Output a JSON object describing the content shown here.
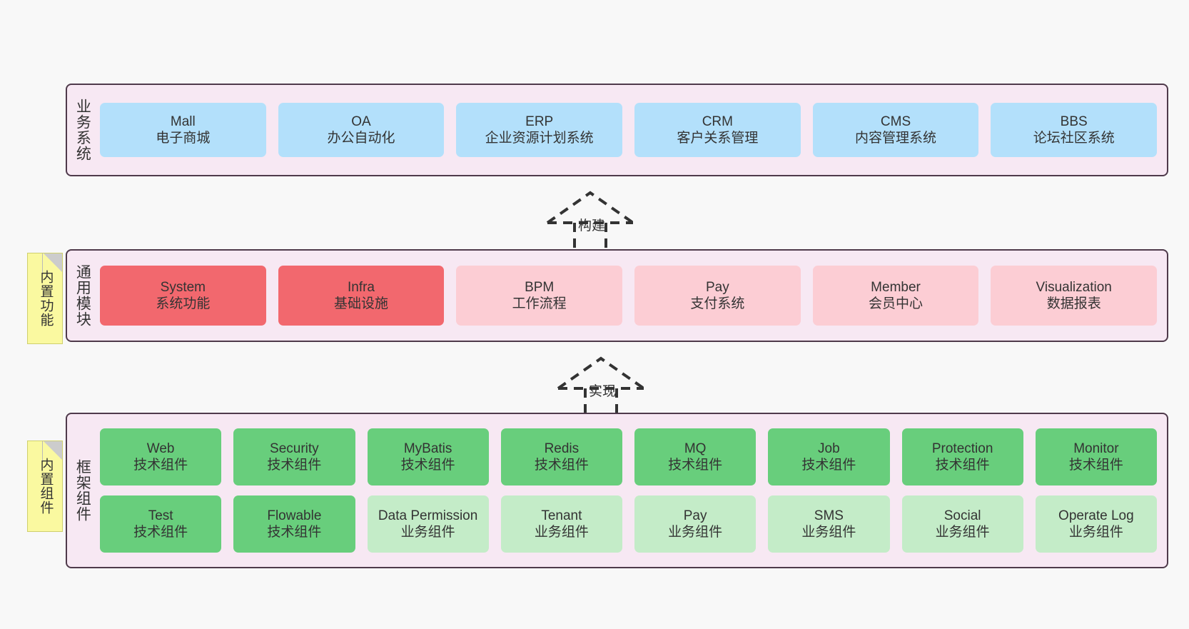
{
  "diagram": {
    "background_color": "#f8f8f8",
    "container_fill": "#f7e8f3",
    "container_stroke": "#4f3a4b",
    "note_fill": "#faf9a0"
  },
  "layers": [
    {
      "id": "business",
      "title": "业务系统",
      "rows": [
        {
          "boxes": [
            {
              "en": "Mall",
              "cn": "电子商城",
              "color": "#b3e0fb",
              "style": "blue"
            },
            {
              "en": "OA",
              "cn": "办公自动化",
              "color": "#b3e0fb",
              "style": "blue"
            },
            {
              "en": "ERP",
              "cn": "企业资源计划系统",
              "color": "#b3e0fb",
              "style": "blue"
            },
            {
              "en": "CRM",
              "cn": "客户关系管理",
              "color": "#b3e0fb",
              "style": "blue"
            },
            {
              "en": "CMS",
              "cn": "内容管理系统",
              "color": "#b3e0fb",
              "style": "blue"
            },
            {
              "en": "BBS",
              "cn": "论坛社区系统",
              "color": "#b3e0fb",
              "style": "blue"
            }
          ]
        }
      ]
    },
    {
      "id": "common",
      "title": "通用模块",
      "note": "内置功能",
      "rows": [
        {
          "boxes": [
            {
              "en": "System",
              "cn": "系统功能",
              "color": "#f2686e",
              "style": "red-strong"
            },
            {
              "en": "Infra",
              "cn": "基础设施",
              "color": "#f2686e",
              "style": "red-strong"
            },
            {
              "en": "BPM",
              "cn": "工作流程",
              "color": "#fccdd4",
              "style": "red-light"
            },
            {
              "en": "Pay",
              "cn": "支付系统",
              "color": "#fccdd4",
              "style": "red-light"
            },
            {
              "en": "Member",
              "cn": "会员中心",
              "color": "#fccdd4",
              "style": "red-light"
            },
            {
              "en": "Visualization",
              "cn": "数据报表",
              "color": "#fccdd4",
              "style": "red-light"
            }
          ]
        }
      ]
    },
    {
      "id": "framework",
      "title": "框架组件",
      "note": "内置组件",
      "rows": [
        {
          "boxes": [
            {
              "en": "Web",
              "cn": "技术组件",
              "color": "#68ce7c",
              "style": "green-strong"
            },
            {
              "en": "Security",
              "cn": "技术组件",
              "color": "#68ce7c",
              "style": "green-strong"
            },
            {
              "en": "MyBatis",
              "cn": "技术组件",
              "color": "#68ce7c",
              "style": "green-strong"
            },
            {
              "en": "Redis",
              "cn": "技术组件",
              "color": "#68ce7c",
              "style": "green-strong"
            },
            {
              "en": "MQ",
              "cn": "技术组件",
              "color": "#68ce7c",
              "style": "green-strong"
            },
            {
              "en": "Job",
              "cn": "技术组件",
              "color": "#68ce7c",
              "style": "green-strong"
            },
            {
              "en": "Protection",
              "cn": "技术组件",
              "color": "#68ce7c",
              "style": "green-strong"
            },
            {
              "en": "Monitor",
              "cn": "技术组件",
              "color": "#68ce7c",
              "style": "green-strong"
            }
          ]
        },
        {
          "boxes": [
            {
              "en": "Test",
              "cn": "技术组件",
              "color": "#68ce7c",
              "style": "green-strong"
            },
            {
              "en": "Flowable",
              "cn": "技术组件",
              "color": "#68ce7c",
              "style": "green-strong"
            },
            {
              "en": "Data Permission",
              "cn": "业务组件",
              "color": "#c4ecc8",
              "style": "green-light"
            },
            {
              "en": "Tenant",
              "cn": "业务组件",
              "color": "#c4ecc8",
              "style": "green-light"
            },
            {
              "en": "Pay",
              "cn": "业务组件",
              "color": "#c4ecc8",
              "style": "green-light"
            },
            {
              "en": "SMS",
              "cn": "业务组件",
              "color": "#c4ecc8",
              "style": "green-light"
            },
            {
              "en": "Social",
              "cn": "业务组件",
              "color": "#c4ecc8",
              "style": "green-light"
            },
            {
              "en": "Operate Log",
              "cn": "业务组件",
              "color": "#c4ecc8",
              "style": "green-light"
            }
          ]
        }
      ]
    }
  ],
  "connectors": [
    {
      "id": "build",
      "label": "构建",
      "from": "common",
      "to": "business"
    },
    {
      "id": "implement",
      "label": "实现",
      "from": "framework",
      "to": "common"
    }
  ]
}
